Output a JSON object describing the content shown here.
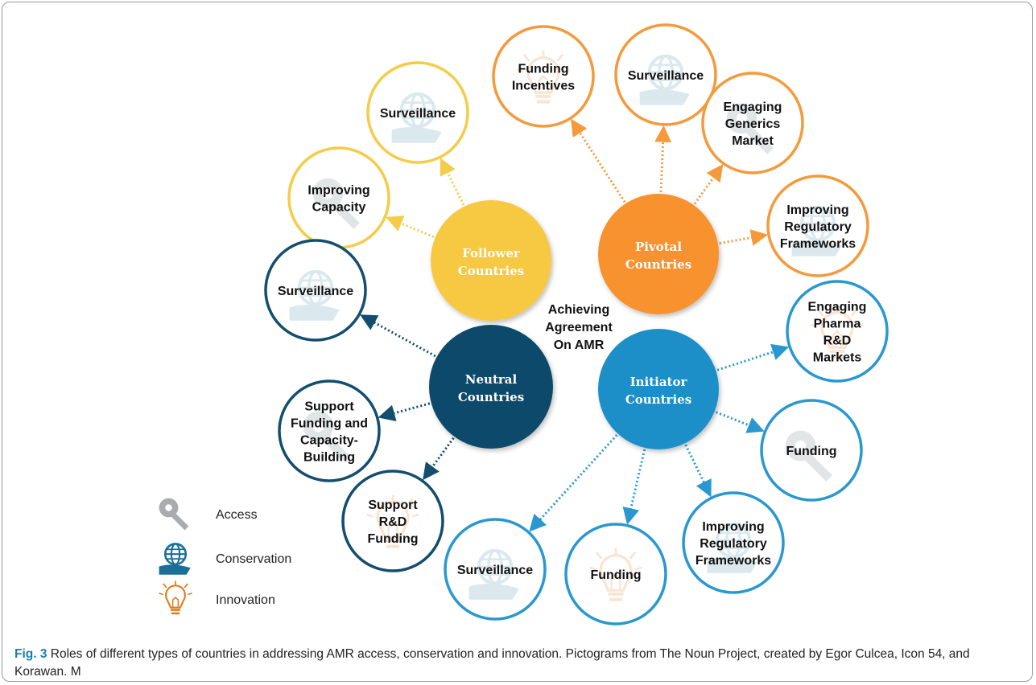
{
  "center_text": [
    "Achieving",
    "Agreement",
    "On AMR"
  ],
  "groups": [
    {
      "id": "follower",
      "lines": [
        "Follower",
        "Countries"
      ],
      "color": "#f7c843",
      "ring": "#f5cc48",
      "children": [
        {
          "lines": [
            "Improving",
            "Capacity"
          ],
          "icon": "key-icon"
        },
        {
          "lines": [
            "Surveillance"
          ],
          "icon": "globe-hand-icon"
        }
      ]
    },
    {
      "id": "pivotal",
      "lines": [
        "Pivotal",
        "Countries"
      ],
      "color": "#f7922f",
      "ring": "#f59a3c",
      "children": [
        {
          "lines": [
            "Funding",
            "Incentives"
          ],
          "icon": "lightbulb-icon"
        },
        {
          "lines": [
            "Surveillance"
          ],
          "icon": "globe-hand-icon"
        },
        {
          "lines": [
            "Engaging",
            "Generics",
            "Market"
          ],
          "icon": "key-icon"
        },
        {
          "lines": [
            "Improving",
            "Regulatory",
            "Frameworks"
          ],
          "icon": "globe-hand-icon"
        }
      ]
    },
    {
      "id": "neutral",
      "lines": [
        "Neutral",
        "Countries"
      ],
      "color": "#0d4a6b",
      "ring": "#144d6e",
      "children": [
        {
          "lines": [
            "Surveillance"
          ],
          "icon": "globe-hand-icon"
        },
        {
          "lines": [
            "Support",
            "Funding and",
            "Capacity-",
            "Building"
          ],
          "icon": "key-icon"
        },
        {
          "lines": [
            "Support",
            "R&D",
            "Funding"
          ],
          "icon": "lightbulb-icon"
        }
      ]
    },
    {
      "id": "initiator",
      "lines": [
        "Initiator",
        "Countries"
      ],
      "color": "#1b8fc9",
      "ring": "#2a98d0",
      "children": [
        {
          "lines": [
            "Engaging",
            "Pharma",
            "R&D",
            "Markets"
          ],
          "icon": "lightbulb-icon"
        },
        {
          "lines": [
            "Funding"
          ],
          "icon": "key-icon"
        },
        {
          "lines": [
            "Improving",
            "Regulatory",
            "Frameworks"
          ],
          "icon": "globe-hand-icon"
        },
        {
          "lines": [
            "Funding"
          ],
          "icon": "lightbulb-icon"
        },
        {
          "lines": [
            "Surveillance"
          ],
          "icon": "globe-hand-icon"
        }
      ]
    }
  ],
  "legend": [
    {
      "label": "Access",
      "icon": "key-icon"
    },
    {
      "label": "Conservation",
      "icon": "globe-hand-icon"
    },
    {
      "label": "Innovation",
      "icon": "lightbulb-icon"
    }
  ],
  "caption": {
    "fig_label": "Fig. 3",
    "text": " Roles of different types of countries in addressing AMR access, conservation and innovation. Pictograms from The Noun Project, created by Egor Culcea, Icon 54, and Korawan. M"
  }
}
